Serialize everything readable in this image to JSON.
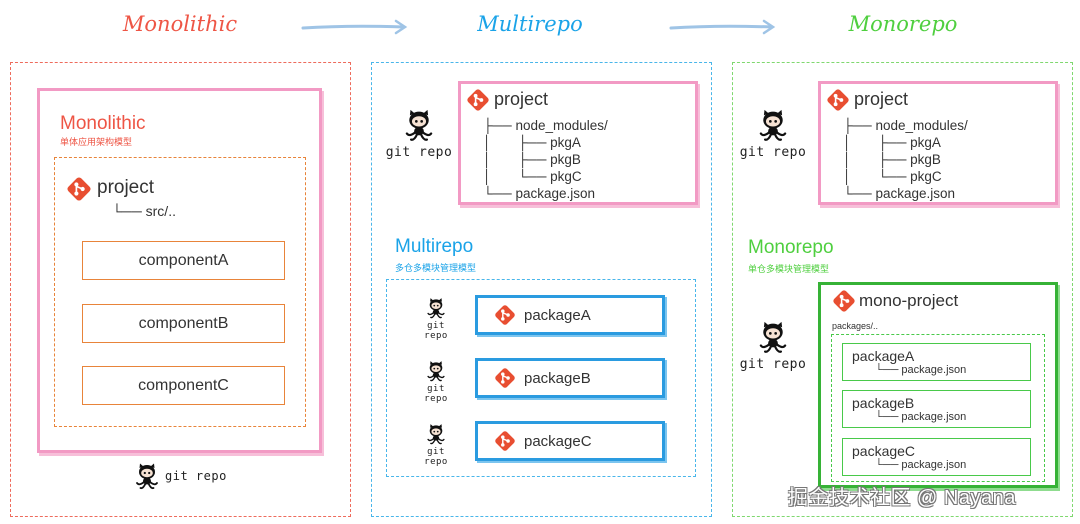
{
  "header": {
    "monolithic": "Monolithic",
    "multirepo": "Multirepo",
    "monorepo": "Monorepo"
  },
  "colors": {
    "monolithic": "#ee5545",
    "multirepo": "#1aa3e8",
    "monorepo": "#4fcf3f",
    "pink_box": "#f29ac4",
    "orange": "#e8843a",
    "blue_box": "#2a9be0",
    "green_box": "#36b236"
  },
  "icons": {
    "git": "git-diamond-icon",
    "octocat": "octocat-icon"
  },
  "monolithic": {
    "title": "Monolithic",
    "subtitle": "单体应用架构模型",
    "project": "project",
    "src": "└── src/..",
    "components": [
      "componentA",
      "componentB",
      "componentC"
    ],
    "git_repo": "git repo"
  },
  "multirepo": {
    "git_repo": "git repo",
    "project": "project",
    "tree": [
      "├── node_modules/",
      "│       ├── pkgA",
      "│       ├── pkgB",
      "│       └── pkgC",
      "└── package.json"
    ],
    "title": "Multirepo",
    "subtitle": "多仓多模块管理模型",
    "packages": [
      "packageA",
      "packageB",
      "packageC"
    ],
    "package_git_repo": "git repo"
  },
  "monorepo": {
    "git_repo": "git repo",
    "project": "project",
    "tree": [
      "├── node_modules/",
      "│       ├── pkgA",
      "│       ├── pkgB",
      "│       └── pkgC",
      "└── package.json"
    ],
    "title": "Monorepo",
    "subtitle": "单仓多模块管理模型",
    "mono_project": "mono-project",
    "packages_dir": "packages/..",
    "packages": [
      "packageA",
      "packageB",
      "packageC"
    ],
    "package_json": "└── package.json",
    "mono_git_repo": "git repo"
  },
  "watermark": "掘金技术社区 @ Nayana"
}
